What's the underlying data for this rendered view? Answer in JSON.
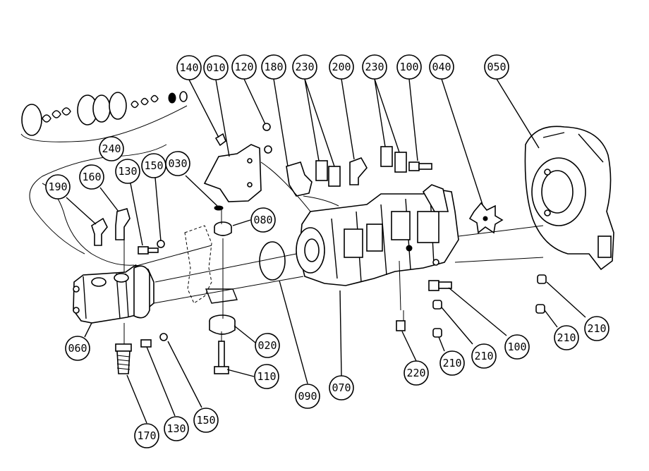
{
  "callouts": [
    {
      "label": "140"
    },
    {
      "label": "010"
    },
    {
      "label": "120"
    },
    {
      "label": "180"
    },
    {
      "label": "230"
    },
    {
      "label": "200"
    },
    {
      "label": "230"
    },
    {
      "label": "100"
    },
    {
      "label": "040"
    },
    {
      "label": "050"
    },
    {
      "label": "240"
    },
    {
      "label": "190"
    },
    {
      "label": "160"
    },
    {
      "label": "130"
    },
    {
      "label": "150"
    },
    {
      "label": "030"
    },
    {
      "label": "080"
    },
    {
      "label": "060"
    },
    {
      "label": "020"
    },
    {
      "label": "110"
    },
    {
      "label": "090"
    },
    {
      "label": "070"
    },
    {
      "label": "220"
    },
    {
      "label": "210"
    },
    {
      "label": "210"
    },
    {
      "label": "100"
    },
    {
      "label": "210"
    },
    {
      "label": "210"
    },
    {
      "label": "170"
    },
    {
      "label": "130"
    },
    {
      "label": "150"
    }
  ]
}
